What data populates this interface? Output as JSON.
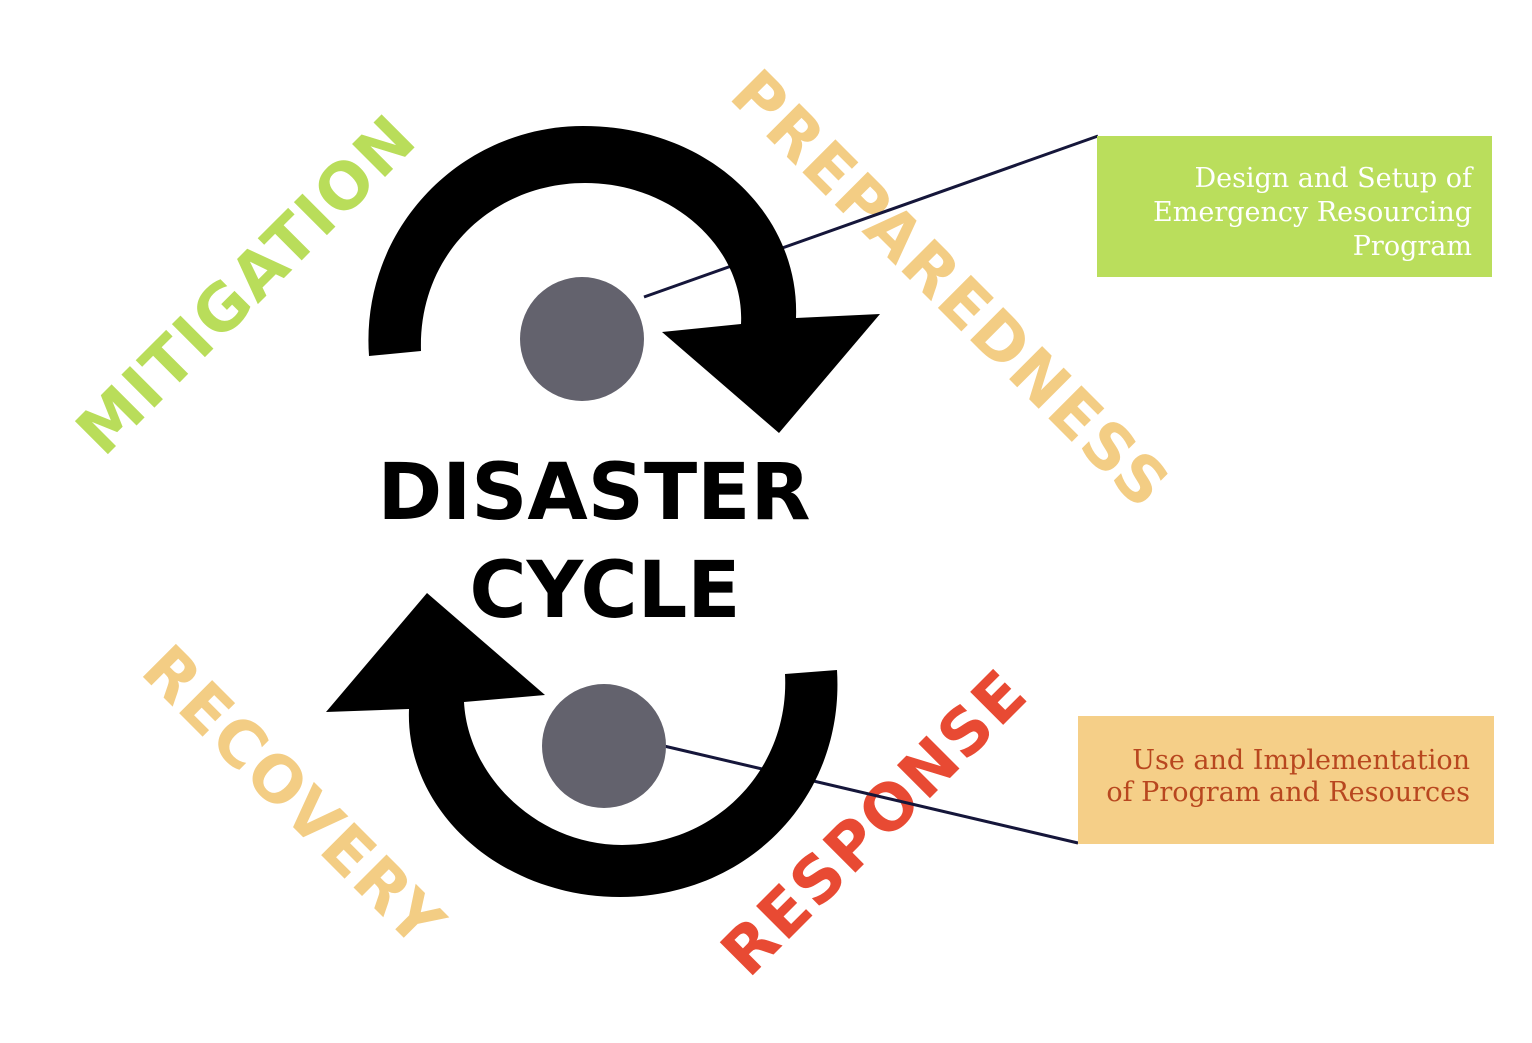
{
  "title": {
    "line1": "DISASTER",
    "line2": "CYCLE"
  },
  "phases": {
    "mitigation": {
      "label": "MITIGATION",
      "color": "#b9dd5a"
    },
    "preparedness": {
      "label": "PREPAREDNESS",
      "color": "#f3cd84"
    },
    "recovery": {
      "label": "RECOVERY",
      "color": "#f3cd84"
    },
    "response": {
      "label": "RESPONSE",
      "color": "#e84a33"
    }
  },
  "callouts": {
    "top": {
      "lines": [
        "Design and Setup of",
        "Emergency Resourcing",
        "Program"
      ],
      "background": "#bade5c",
      "text_color": "#ffffff"
    },
    "bottom": {
      "lines": [
        "Use and Implementation",
        "of Program and Resources"
      ],
      "background": "#f5cf88",
      "text_color": "#b8471f"
    }
  },
  "colors": {
    "arrow": "#000000",
    "node": "#63626d",
    "connector": "#15163a"
  }
}
